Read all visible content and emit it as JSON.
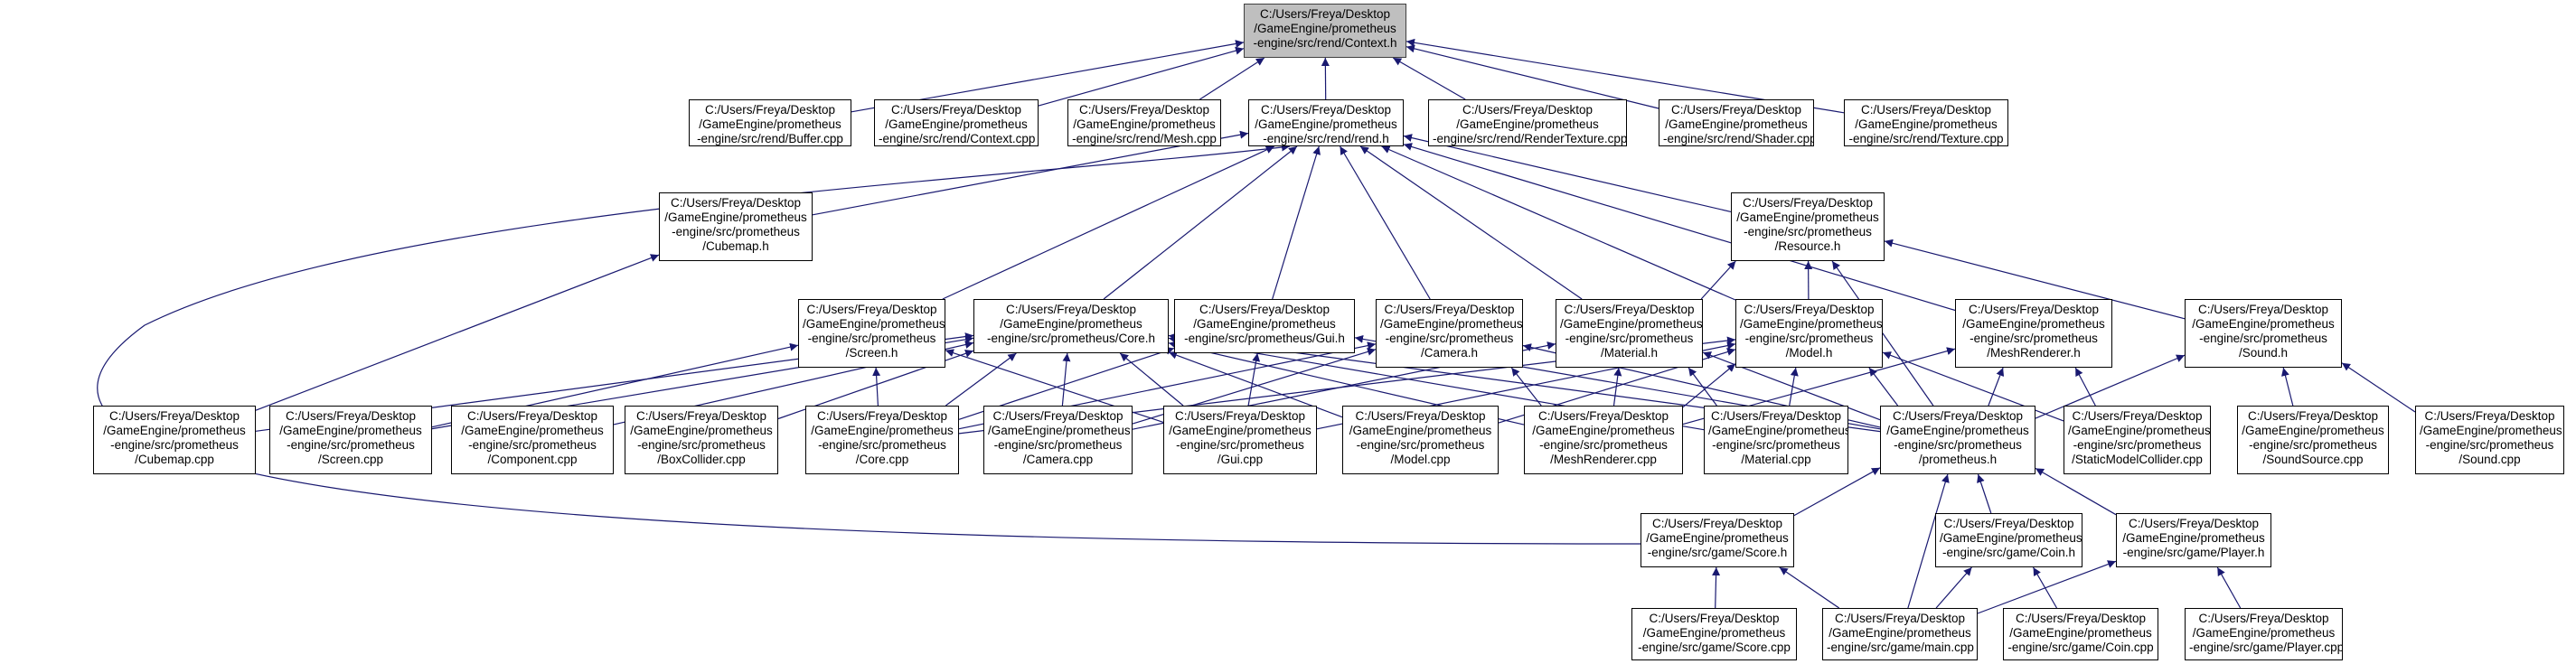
{
  "graph": {
    "edge_color": "#191970",
    "root_fill": "#bfbfbf",
    "nodes": [
      {
        "id": "context_h",
        "root": true,
        "lines": [
          "C:/Users/Freya/Desktop",
          "/GameEngine/prometheus",
          "-engine/src/rend/Context.h"
        ]
      },
      {
        "id": "buffer_cpp",
        "lines": [
          "C:/Users/Freya/Desktop",
          "/GameEngine/prometheus",
          "-engine/src/rend/Buffer.cpp"
        ]
      },
      {
        "id": "context_cpp",
        "lines": [
          "C:/Users/Freya/Desktop",
          "/GameEngine/prometheus",
          "-engine/src/rend/Context.cpp"
        ]
      },
      {
        "id": "mesh_cpp",
        "lines": [
          "C:/Users/Freya/Desktop",
          "/GameEngine/prometheus",
          "-engine/src/rend/Mesh.cpp"
        ]
      },
      {
        "id": "rend_h",
        "lines": [
          "C:/Users/Freya/Desktop",
          "/GameEngine/prometheus",
          "-engine/src/rend/rend.h"
        ]
      },
      {
        "id": "rendertexture_cpp",
        "lines": [
          "C:/Users/Freya/Desktop",
          "/GameEngine/prometheus",
          "-engine/src/rend/RenderTexture.cpp"
        ]
      },
      {
        "id": "shader_cpp",
        "lines": [
          "C:/Users/Freya/Desktop",
          "/GameEngine/prometheus",
          "-engine/src/rend/Shader.cpp"
        ]
      },
      {
        "id": "texture_cpp",
        "lines": [
          "C:/Users/Freya/Desktop",
          "/GameEngine/prometheus",
          "-engine/src/rend/Texture.cpp"
        ]
      },
      {
        "id": "cubemap_h",
        "lines": [
          "C:/Users/Freya/Desktop",
          "/GameEngine/prometheus",
          "-engine/src/prometheus",
          "/Cubemap.h"
        ]
      },
      {
        "id": "resource_h",
        "lines": [
          "C:/Users/Freya/Desktop",
          "/GameEngine/prometheus",
          "-engine/src/prometheus",
          "/Resource.h"
        ]
      },
      {
        "id": "screen_h",
        "lines": [
          "C:/Users/Freya/Desktop",
          "/GameEngine/prometheus",
          "-engine/src/prometheus",
          "/Screen.h"
        ]
      },
      {
        "id": "core_h",
        "lines": [
          "C:/Users/Freya/Desktop",
          "/GameEngine/prometheus",
          "-engine/src/prometheus/Core.h"
        ]
      },
      {
        "id": "gui_h",
        "lines": [
          "C:/Users/Freya/Desktop",
          "/GameEngine/prometheus",
          "-engine/src/prometheus/Gui.h"
        ]
      },
      {
        "id": "camera_h",
        "lines": [
          "C:/Users/Freya/Desktop",
          "/GameEngine/prometheus",
          "-engine/src/prometheus",
          "/Camera.h"
        ]
      },
      {
        "id": "material_h",
        "lines": [
          "C:/Users/Freya/Desktop",
          "/GameEngine/prometheus",
          "-engine/src/prometheus",
          "/Material.h"
        ]
      },
      {
        "id": "model_h",
        "lines": [
          "C:/Users/Freya/Desktop",
          "/GameEngine/prometheus",
          "-engine/src/prometheus",
          "/Model.h"
        ]
      },
      {
        "id": "meshrenderer_h",
        "lines": [
          "C:/Users/Freya/Desktop",
          "/GameEngine/prometheus",
          "-engine/src/prometheus",
          "/MeshRenderer.h"
        ]
      },
      {
        "id": "sound_h",
        "lines": [
          "C:/Users/Freya/Desktop",
          "/GameEngine/prometheus",
          "-engine/src/prometheus",
          "/Sound.h"
        ]
      },
      {
        "id": "cubemap_cpp",
        "lines": [
          "C:/Users/Freya/Desktop",
          "/GameEngine/prometheus",
          "-engine/src/prometheus",
          "/Cubemap.cpp"
        ]
      },
      {
        "id": "screen_cpp",
        "lines": [
          "C:/Users/Freya/Desktop",
          "/GameEngine/prometheus",
          "-engine/src/prometheus",
          "/Screen.cpp"
        ]
      },
      {
        "id": "component_cpp",
        "lines": [
          "C:/Users/Freya/Desktop",
          "/GameEngine/prometheus",
          "-engine/src/prometheus",
          "/Component.cpp"
        ]
      },
      {
        "id": "boxcollider_cpp",
        "lines": [
          "C:/Users/Freya/Desktop",
          "/GameEngine/prometheus",
          "-engine/src/prometheus",
          "/BoxCollider.cpp"
        ]
      },
      {
        "id": "core_cpp",
        "lines": [
          "C:/Users/Freya/Desktop",
          "/GameEngine/prometheus",
          "-engine/src/prometheus",
          "/Core.cpp"
        ]
      },
      {
        "id": "camera_cpp",
        "lines": [
          "C:/Users/Freya/Desktop",
          "/GameEngine/prometheus",
          "-engine/src/prometheus",
          "/Camera.cpp"
        ]
      },
      {
        "id": "gui_cpp",
        "lines": [
          "C:/Users/Freya/Desktop",
          "/GameEngine/prometheus",
          "-engine/src/prometheus",
          "/Gui.cpp"
        ]
      },
      {
        "id": "model_cpp",
        "lines": [
          "C:/Users/Freya/Desktop",
          "/GameEngine/prometheus",
          "-engine/src/prometheus",
          "/Model.cpp"
        ]
      },
      {
        "id": "meshrenderer_cpp",
        "lines": [
          "C:/Users/Freya/Desktop",
          "/GameEngine/prometheus",
          "-engine/src/prometheus",
          "/MeshRenderer.cpp"
        ]
      },
      {
        "id": "material_cpp",
        "lines": [
          "C:/Users/Freya/Desktop",
          "/GameEngine/prometheus",
          "-engine/src/prometheus",
          "/Material.cpp"
        ]
      },
      {
        "id": "prometheus_h",
        "lines": [
          "C:/Users/Freya/Desktop",
          "/GameEngine/prometheus",
          "-engine/src/prometheus",
          "/prometheus.h"
        ]
      },
      {
        "id": "staticmodelcollider_cpp",
        "lines": [
          "C:/Users/Freya/Desktop",
          "/GameEngine/prometheus",
          "-engine/src/prometheus",
          "/StaticModelCollider.cpp"
        ]
      },
      {
        "id": "soundsource_cpp",
        "lines": [
          "C:/Users/Freya/Desktop",
          "/GameEngine/prometheus",
          "-engine/src/prometheus",
          "/SoundSource.cpp"
        ]
      },
      {
        "id": "sound_cpp",
        "lines": [
          "C:/Users/Freya/Desktop",
          "/GameEngine/prometheus",
          "-engine/src/prometheus",
          "/Sound.cpp"
        ]
      },
      {
        "id": "score_h",
        "lines": [
          "C:/Users/Freya/Desktop",
          "/GameEngine/prometheus",
          "-engine/src/game/Score.h"
        ]
      },
      {
        "id": "coin_h",
        "lines": [
          "C:/Users/Freya/Desktop",
          "/GameEngine/prometheus",
          "-engine/src/game/Coin.h"
        ]
      },
      {
        "id": "player_h",
        "lines": [
          "C:/Users/Freya/Desktop",
          "/GameEngine/prometheus",
          "-engine/src/game/Player.h"
        ]
      },
      {
        "id": "score_cpp",
        "lines": [
          "C:/Users/Freya/Desktop",
          "/GameEngine/prometheus",
          "-engine/src/game/Score.cpp"
        ]
      },
      {
        "id": "main_cpp",
        "lines": [
          "C:/Users/Freya/Desktop",
          "/GameEngine/prometheus",
          "-engine/src/game/main.cpp"
        ]
      },
      {
        "id": "coin_cpp",
        "lines": [
          "C:/Users/Freya/Desktop",
          "/GameEngine/prometheus",
          "-engine/src/game/Coin.cpp"
        ]
      },
      {
        "id": "player_cpp",
        "lines": [
          "C:/Users/Freya/Desktop",
          "/GameEngine/prometheus",
          "-engine/src/game/Player.cpp"
        ]
      }
    ],
    "edges": [
      [
        "buffer_cpp",
        "context_h"
      ],
      [
        "context_cpp",
        "context_h"
      ],
      [
        "mesh_cpp",
        "context_h"
      ],
      [
        "rend_h",
        "context_h"
      ],
      [
        "rendertexture_cpp",
        "context_h"
      ],
      [
        "shader_cpp",
        "context_h"
      ],
      [
        "texture_cpp",
        "context_h"
      ],
      [
        "cubemap_h",
        "rend_h"
      ],
      [
        "resource_h",
        "rend_h"
      ],
      [
        "screen_h",
        "rend_h"
      ],
      [
        "core_h",
        "rend_h"
      ],
      [
        "gui_h",
        "rend_h"
      ],
      [
        "camera_h",
        "rend_h"
      ],
      [
        "material_h",
        "rend_h"
      ],
      [
        "model_h",
        "rend_h"
      ],
      [
        "meshrenderer_h",
        "rend_h"
      ],
      [
        "score_h",
        "rend_h"
      ],
      [
        "material_h",
        "resource_h"
      ],
      [
        "model_h",
        "resource_h"
      ],
      [
        "sound_h",
        "resource_h"
      ],
      [
        "prometheus_h",
        "resource_h"
      ],
      [
        "cubemap_cpp",
        "cubemap_h"
      ],
      [
        "screen_cpp",
        "screen_h"
      ],
      [
        "core_cpp",
        "screen_h"
      ],
      [
        "gui_cpp",
        "screen_h"
      ],
      [
        "cubemap_cpp",
        "core_h"
      ],
      [
        "screen_cpp",
        "core_h"
      ],
      [
        "component_cpp",
        "core_h"
      ],
      [
        "boxcollider_cpp",
        "core_h"
      ],
      [
        "core_cpp",
        "core_h"
      ],
      [
        "camera_cpp",
        "core_h"
      ],
      [
        "gui_cpp",
        "core_h"
      ],
      [
        "model_cpp",
        "core_h"
      ],
      [
        "meshrenderer_cpp",
        "core_h"
      ],
      [
        "material_cpp",
        "core_h"
      ],
      [
        "prometheus_h",
        "core_h"
      ],
      [
        "core_cpp",
        "gui_h"
      ],
      [
        "gui_cpp",
        "gui_h"
      ],
      [
        "prometheus_h",
        "gui_h"
      ],
      [
        "core_cpp",
        "camera_h"
      ],
      [
        "camera_cpp",
        "camera_h"
      ],
      [
        "meshrenderer_cpp",
        "camera_h"
      ],
      [
        "prometheus_h",
        "camera_h"
      ],
      [
        "camera_cpp",
        "material_h"
      ],
      [
        "meshrenderer_cpp",
        "material_h"
      ],
      [
        "material_cpp",
        "material_h"
      ],
      [
        "prometheus_h",
        "material_h"
      ],
      [
        "core_cpp",
        "model_h"
      ],
      [
        "gui_cpp",
        "model_h"
      ],
      [
        "model_cpp",
        "model_h"
      ],
      [
        "meshrenderer_cpp",
        "model_h"
      ],
      [
        "material_cpp",
        "model_h"
      ],
      [
        "prometheus_h",
        "model_h"
      ],
      [
        "staticmodelcollider_cpp",
        "model_h"
      ],
      [
        "meshrenderer_cpp",
        "meshrenderer_h"
      ],
      [
        "prometheus_h",
        "meshrenderer_h"
      ],
      [
        "staticmodelcollider_cpp",
        "meshrenderer_h"
      ],
      [
        "prometheus_h",
        "sound_h"
      ],
      [
        "soundsource_cpp",
        "sound_h"
      ],
      [
        "sound_cpp",
        "sound_h"
      ],
      [
        "score_h",
        "prometheus_h"
      ],
      [
        "main_cpp",
        "prometheus_h"
      ],
      [
        "coin_h",
        "prometheus_h"
      ],
      [
        "player_h",
        "prometheus_h"
      ],
      [
        "score_cpp",
        "score_h"
      ],
      [
        "main_cpp",
        "score_h"
      ],
      [
        "main_cpp",
        "coin_h"
      ],
      [
        "coin_cpp",
        "coin_h"
      ],
      [
        "main_cpp",
        "player_h"
      ],
      [
        "player_cpp",
        "player_h"
      ]
    ]
  }
}
